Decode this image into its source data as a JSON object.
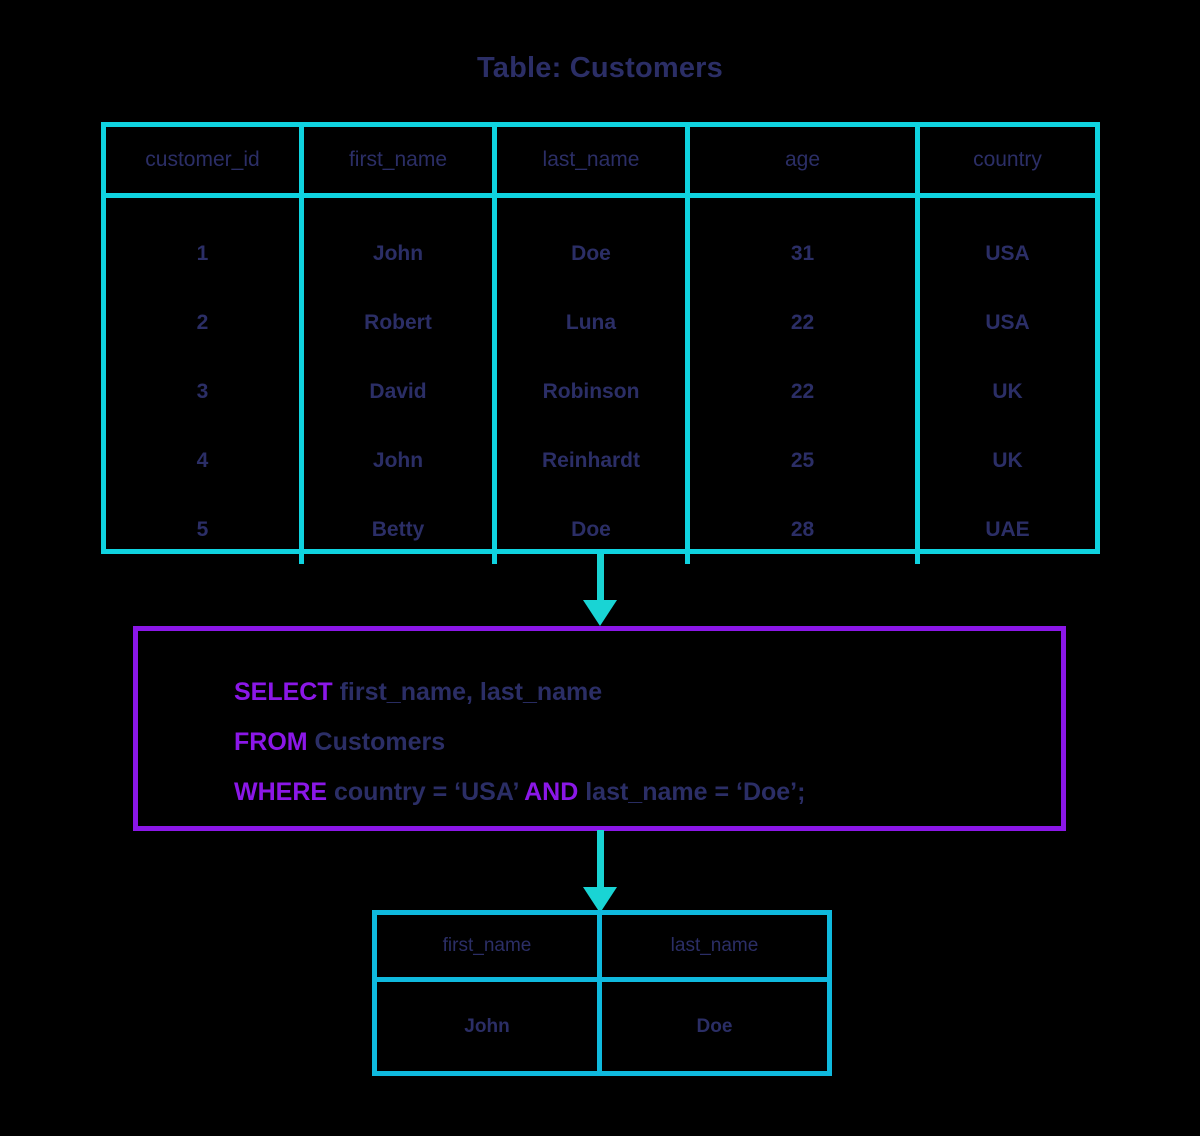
{
  "title": "Table: Customers",
  "colors": {
    "background": "#000000",
    "table_border": "#0FD3E0",
    "result_border": "#0FB9DE",
    "arrow": "#19D4D4",
    "query_border": "#8B17E8",
    "keyword": "#8B17E8",
    "text": "#2B2E66"
  },
  "customers_table": {
    "name": "Customers",
    "columns": [
      "customer_id",
      "first_name",
      "last_name",
      "age",
      "country"
    ],
    "rows": [
      [
        "1",
        "John",
        "Doe",
        "31",
        "USA"
      ],
      [
        "2",
        "Robert",
        "Luna",
        "22",
        "USA"
      ],
      [
        "3",
        "David",
        "Robinson",
        "22",
        "UK"
      ],
      [
        "4",
        "John",
        "Reinhardt",
        "25",
        "UK"
      ],
      [
        "5",
        "Betty",
        "Doe",
        "28",
        "UAE"
      ]
    ]
  },
  "query": {
    "lines": [
      [
        {
          "text": "SELECT",
          "keyword": true
        },
        {
          "text": " first_name, last_name",
          "keyword": false
        }
      ],
      [
        {
          "text": "FROM",
          "keyword": true
        },
        {
          "text": " Customers",
          "keyword": false
        }
      ],
      [
        {
          "text": "WHERE",
          "keyword": true
        },
        {
          "text": " country = ‘USA’ ",
          "keyword": false
        },
        {
          "text": "AND",
          "keyword": true
        },
        {
          "text": " last_name = ‘Doe’;",
          "keyword": false
        }
      ]
    ]
  },
  "result_table": {
    "columns": [
      "first_name",
      "last_name"
    ],
    "rows": [
      [
        "John",
        "Doe"
      ]
    ]
  },
  "arrows": [
    {
      "name": "table-to-query",
      "direction": "down"
    },
    {
      "name": "query-to-result",
      "direction": "down"
    }
  ]
}
